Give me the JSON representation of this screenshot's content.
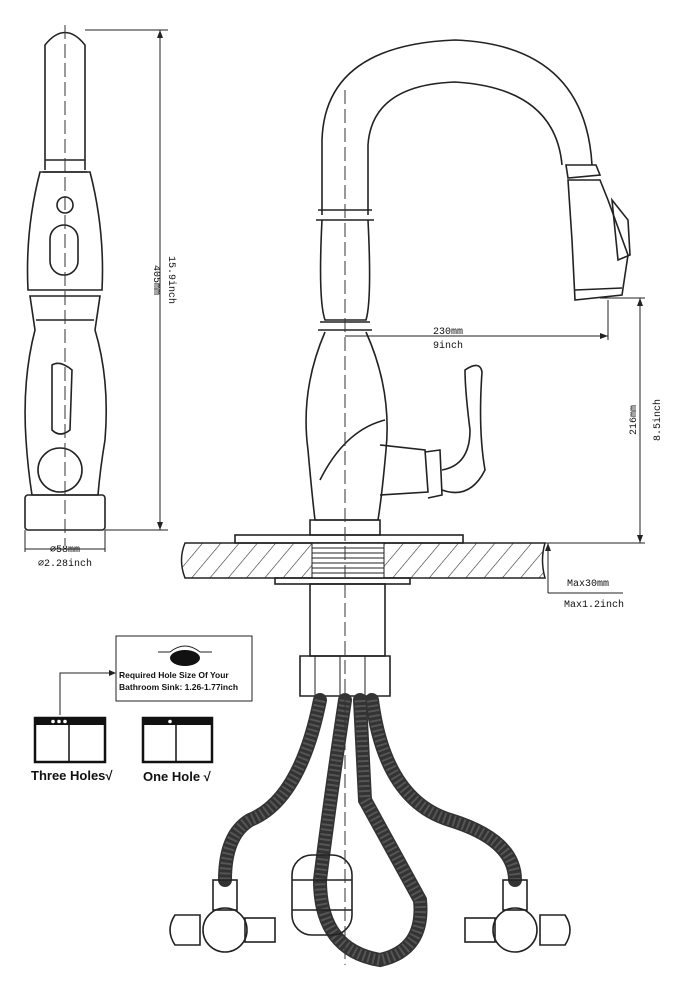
{
  "side_view": {
    "height_mm": "405mm",
    "height_inch": "15.9inch",
    "base_dia_mm": "⌀58mm",
    "base_dia_inch": "⌀2.28inch"
  },
  "front_view": {
    "reach_mm": "230mm",
    "reach_inch": "9inch",
    "spout_height_mm": "216mm",
    "spout_height_inch": "8.5inch",
    "deck_max_mm": "Max30mm",
    "deck_max_inch": "Max1.2inch"
  },
  "hole_note": {
    "line1": "Required Hole Size Of Your",
    "line2": "Bathroom Sink: 1.26-1.77inch"
  },
  "sink_options": [
    {
      "label": "Three Holes√"
    },
    {
      "label": "One Hole √"
    }
  ]
}
